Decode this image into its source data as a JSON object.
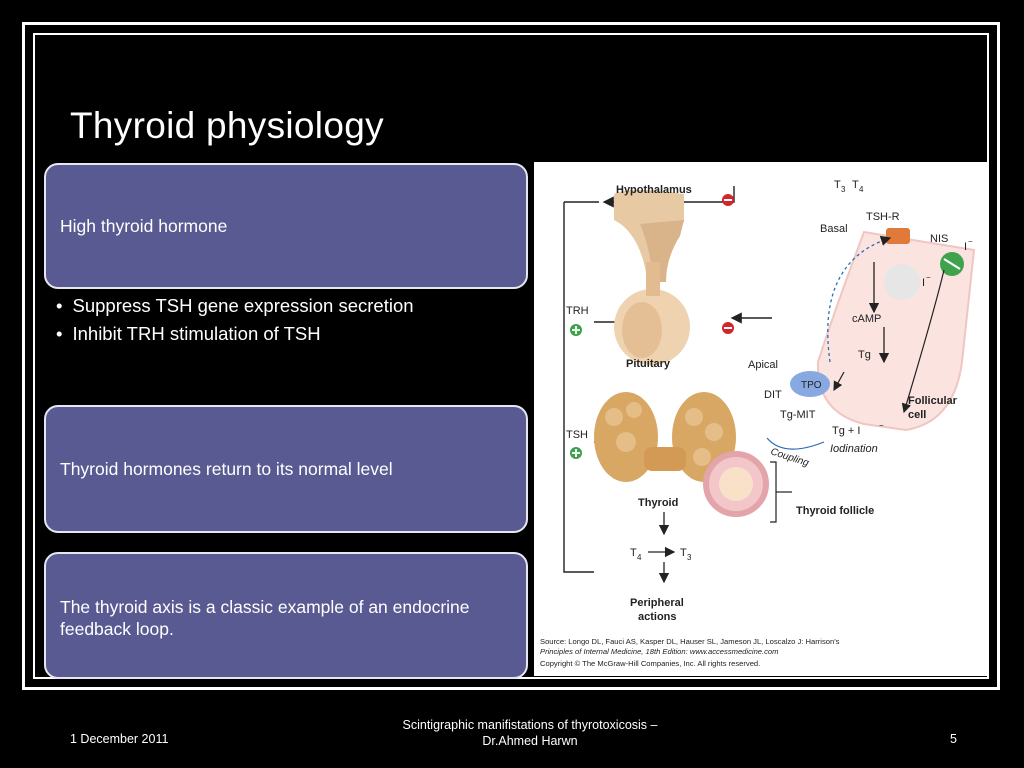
{
  "slide": {
    "title": "Thyroid physiology",
    "box1": "High thyroid hormone",
    "bullets": [
      "Suppress TSH gene expression secretion",
      "Inhibit TRH stimulation of TSH"
    ],
    "box2": "Thyroid hormones return to its normal level",
    "box3": "The thyroid axis is a classic example of an endocrine feedback loop."
  },
  "figure": {
    "hypothalamus": "Hypothalamus",
    "trh": "TRH",
    "pituitary": "Pituitary",
    "tsh": "TSH",
    "thyroid": "Thyroid",
    "thyroid_follicle": "Thyroid follicle",
    "t4": "T",
    "t4_sub": "4",
    "t3": "T",
    "t3_sub": "3",
    "peripheral_1": "Peripheral",
    "peripheral_2": "actions",
    "top_t3": "T",
    "top_t3_sub": "3",
    "top_t4": "T",
    "top_t4_sub": "4",
    "basal": "Basal",
    "tsh_r": "TSH-R",
    "nis": "NIS",
    "iodide": "I",
    "iodide_sup": "−",
    "iodide_inner": "I",
    "iodide_inner_sup": "−",
    "camp": "cAMP",
    "tg": "Tg",
    "apical": "Apical",
    "tpo": "TPO",
    "dit": "DIT",
    "tg_mit": "Tg-MIT",
    "coupling": "Coupling",
    "tg_plus_i": "Tg  +  I",
    "tg_plus_i_sup": "−",
    "iodination": "Iodination",
    "follicular_1": "Follicular",
    "follicular_2": "cell",
    "source_1": "Source: Longo DL, Fauci AS, Kasper DL, Hauser SL, Jameson JL, Loscalzo J: Harrison's",
    "source_2": "Principles of Internal Medicine, 18th Edition: www.accessmedicine.com",
    "copyright": "Copyright © The McGraw-Hill Companies, Inc. All rights reserved."
  },
  "footer": {
    "date": "1 December 2011",
    "center_1": "Scintigraphic manifistations of thyrotoxicosis –",
    "center_2": "Dr.Ahmed Harwn",
    "page": "5"
  }
}
